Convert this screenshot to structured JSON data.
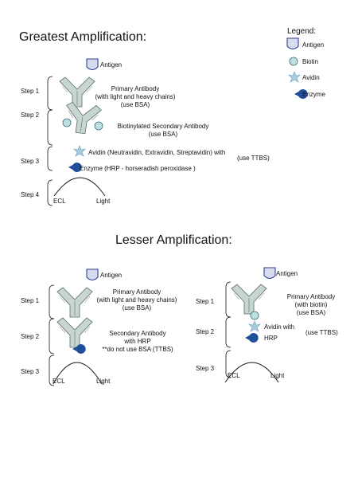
{
  "titles": {
    "greatest": "Greatest Amplification:",
    "lesser": "Lesser Amplification:"
  },
  "legend": {
    "title": "Legend:",
    "items": [
      {
        "label": "Antigen",
        "icon": "antigen-icon"
      },
      {
        "label": "Biotin",
        "icon": "biotin-icon"
      },
      {
        "label": "Avidin",
        "icon": "avidin-icon"
      },
      {
        "label": "Enzyme",
        "icon": "enzyme-icon"
      }
    ]
  },
  "colors": {
    "antigen_fill": "#d6dcee",
    "antigen_stroke": "#2b3f8e",
    "antibody_fill": "#c7d6d2",
    "antibody_stroke": "#5b6b68",
    "biotin_fill": "#bfe0e2",
    "avidin_fill": "#a9cde0",
    "enzyme_fill": "#1f4e9c"
  },
  "greatest": {
    "antigen": "Antigen",
    "steps": [
      "Step 1",
      "Step 2",
      "Step 3",
      "Step 4"
    ],
    "primary_antibody": [
      "Primary Antibody",
      "(with light and heavy chains)",
      "(use BSA)"
    ],
    "secondary_antibody": [
      "Biotinylated Secondary Antibody",
      "(use BSA)"
    ],
    "avidin": "Avidin (Neutravidin, Extravidin, Streptavidin) with",
    "ttbs": "(use TTBS)",
    "enzyme": "Enzyme (HRP - horseradish peroxidase )",
    "ecl": "ECL",
    "light": "Light"
  },
  "lesser_left": {
    "antigen": "Antigen",
    "steps": [
      "Step 1",
      "Step 2",
      "Step 3"
    ],
    "primary_antibody": [
      "Primary Antibody",
      "(with light and heavy chains)",
      "(use BSA)"
    ],
    "secondary_antibody": [
      "Secondary Antibody",
      "with HRP",
      "**do not use BSA (TTBS)"
    ],
    "ecl": "ECL",
    "light": "Light"
  },
  "lesser_right": {
    "antigen": "Antigen",
    "steps": [
      "Step 1",
      "Step 2",
      "Step 3"
    ],
    "primary_antibody": [
      "Primary Antibody",
      "(with biotin)",
      "(use BSA)"
    ],
    "avidin": "Avidin with",
    "hrp": "HRP",
    "ttbs": "(use TTBS)",
    "ecl": "ECL",
    "light": "Light"
  }
}
